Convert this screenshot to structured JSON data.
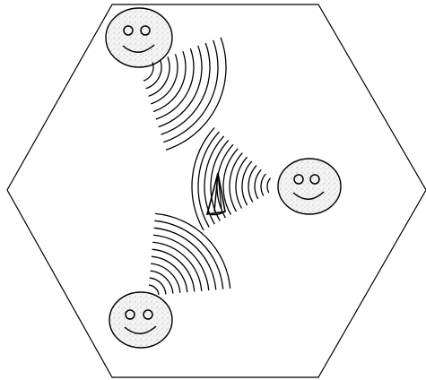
{
  "diagram": {
    "description": "",
    "colors": {
      "line": "#000000",
      "background": "#ffffff",
      "face_fill": "#f4f4f4",
      "face_speckle": "#bdbdbd"
    },
    "people": [
      {
        "id": "top-left",
        "icon": "smiley-face-icon",
        "waves": "sound-waves-icon"
      },
      {
        "id": "right",
        "icon": "smiley-face-icon",
        "waves": "sound-waves-icon"
      },
      {
        "id": "bottom-left",
        "icon": "smiley-face-icon",
        "waves": "sound-waves-icon"
      }
    ],
    "center_object": "sound-source-cone-icon",
    "room_shape": "hexagon"
  }
}
